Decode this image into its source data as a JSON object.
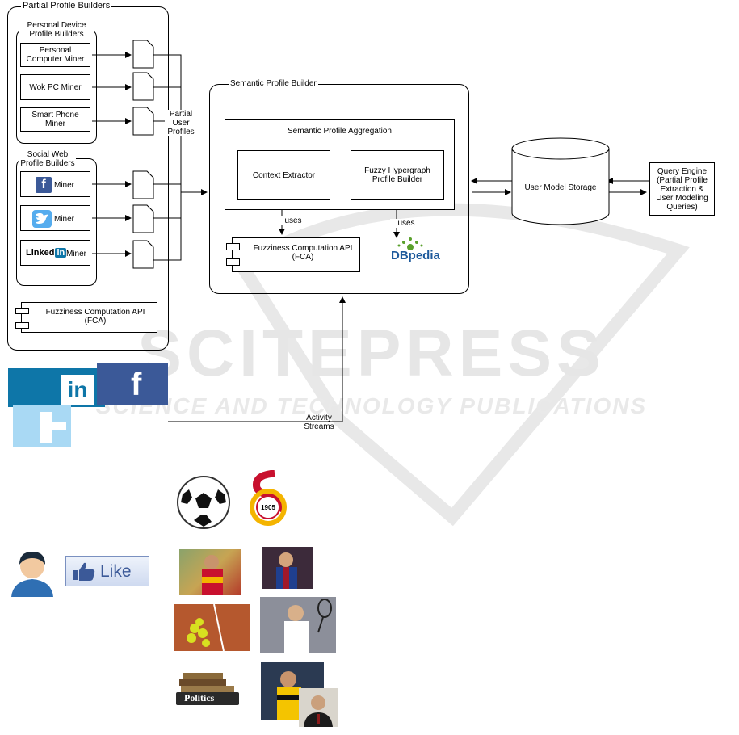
{
  "partial": {
    "title": "Partial Profile Builders",
    "personal_device": {
      "title_line1": "Personal Device",
      "title_line2": "Profile Builders",
      "miners": [
        {
          "line1": "Personal",
          "line2": "Computer Miner"
        },
        {
          "line1": "Wok PC Miner",
          "line2": ""
        },
        {
          "line1": "Smart Phone",
          "line2": "Miner"
        }
      ]
    },
    "social_web": {
      "title_line1": "Social Web",
      "title_line2": "Profile Builders",
      "miner_label": "Miner",
      "fb_glyph": "f",
      "linkedin_text": "Linked",
      "linkedin_in": "in"
    },
    "fca_line1": "Fuzziness Computation API",
    "fca_line2": "(FCA)"
  },
  "partial_profiles_label": {
    "line1": "Partial",
    "line2": "User",
    "line3": "Profiles"
  },
  "semantic": {
    "title": "Semantic Profile Builder",
    "aggregation_title": "Semantic Profile Aggregation",
    "context_extractor": "Context Extractor",
    "fuzzy_line1": "Fuzzy Hypergraph",
    "fuzzy_line2": "Profile Builder",
    "uses1": "uses",
    "uses2": "uses",
    "fca_line1": "Fuzziness Computation API",
    "fca_line2": "(FCA)",
    "dbpedia": "DBpedia"
  },
  "storage": {
    "label": "User Model Storage"
  },
  "query": {
    "lines": [
      "Query Engine",
      "(Partial Profile",
      "Extraction &",
      "User Modeling",
      "Queries)"
    ]
  },
  "activity": {
    "line1": "Activity",
    "line2": "Streams"
  },
  "watermark": {
    "main": "SCITEPRESS",
    "sub": "SCIENCE AND TECHNOLOGY PUBLICATIONS"
  },
  "images": {
    "like": "Like",
    "galatasaray_year": "1905",
    "politics": "Politics",
    "social_in": "in",
    "social_f": "f"
  },
  "colors": {
    "facebook": "#3b5998",
    "twitter": "#55acee",
    "linkedin": "#0e76a8",
    "watermark": "#e6e6e6",
    "galatasaray_red": "#c8102e",
    "galatasaray_yellow": "#f4b400"
  }
}
